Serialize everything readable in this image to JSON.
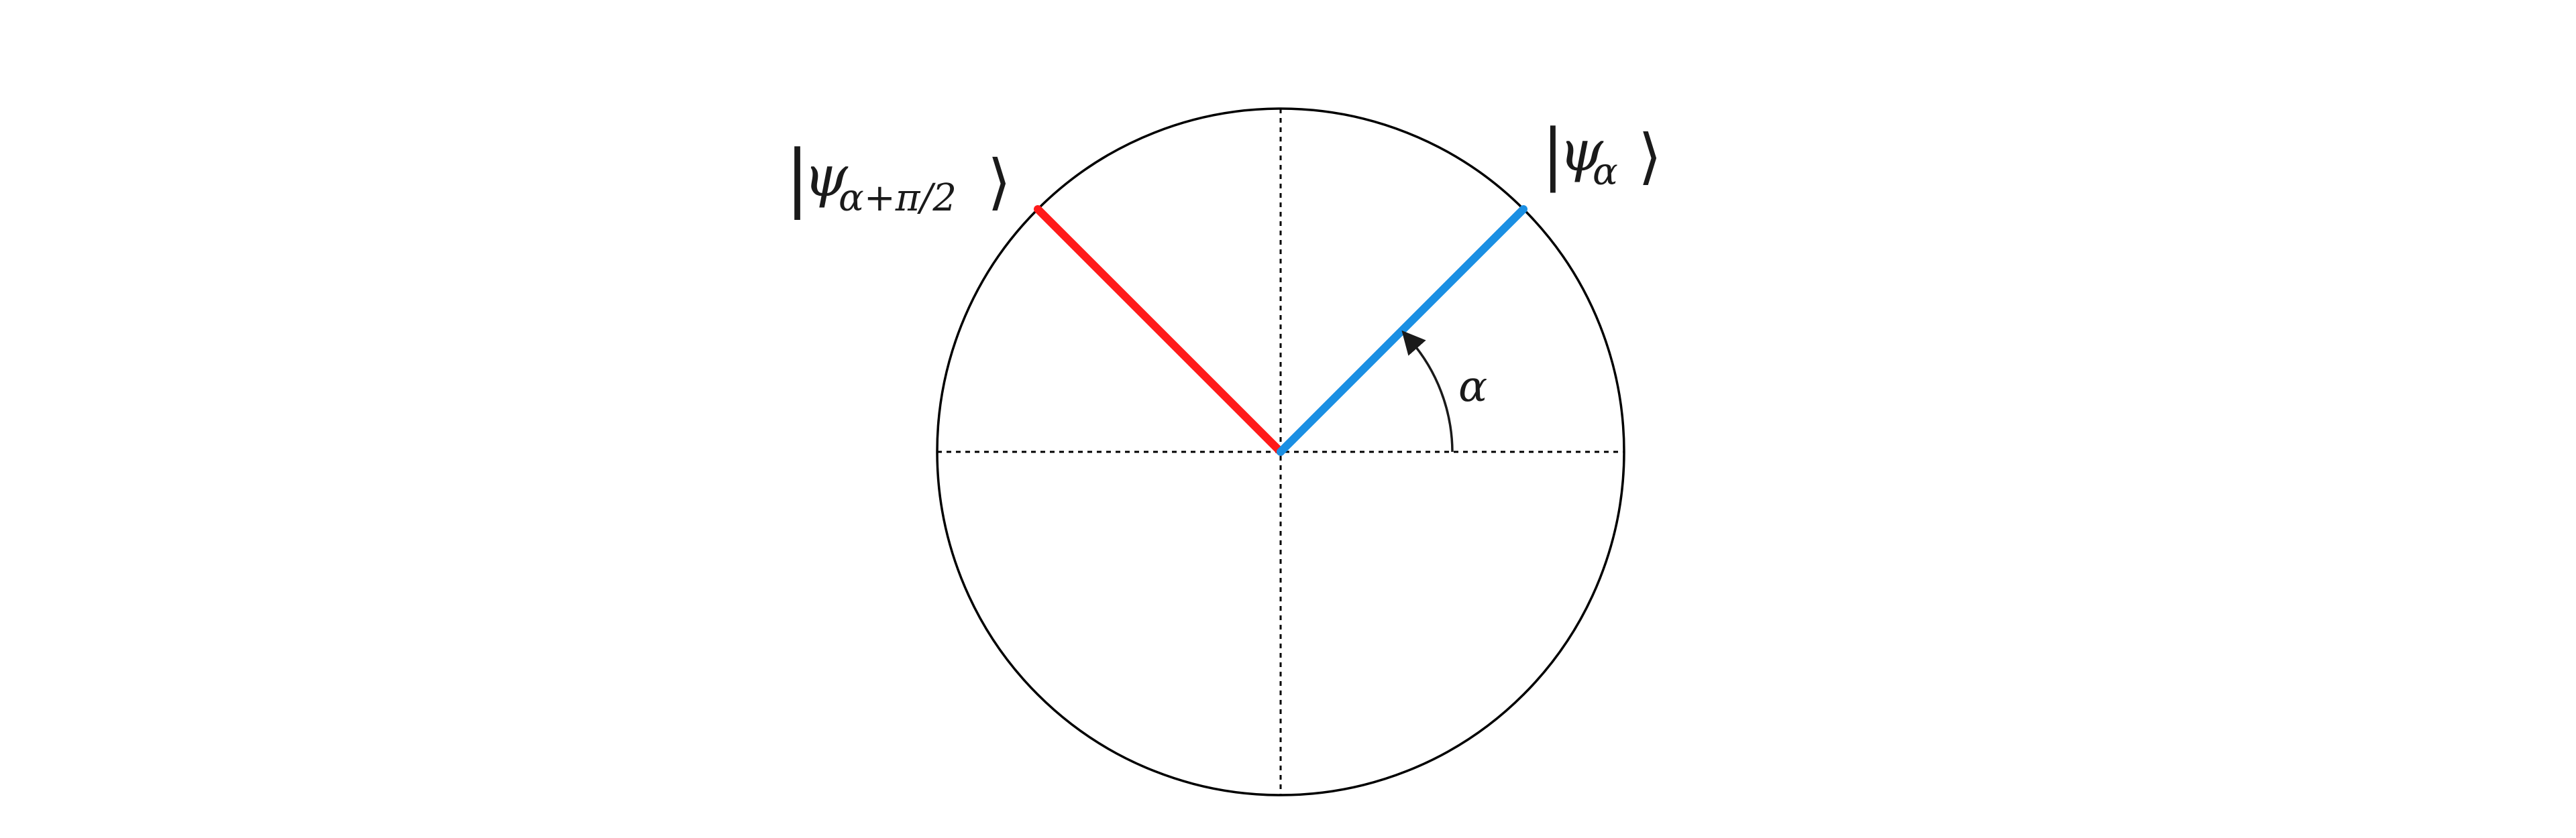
{
  "diagram": {
    "state_alpha": {
      "psi": "ψ",
      "subscript": "α",
      "color": "#1a8fe3"
    },
    "state_orthogonal": {
      "psi": "ψ",
      "subscript": "α+π/2",
      "color": "#ff1a1a"
    },
    "angle_label": "α",
    "angle_degrees": 45,
    "ket_left": "|",
    "ket_right": "⟩",
    "colors": {
      "circle": "#000000",
      "axes": "#000000",
      "arc": "#000000"
    }
  }
}
